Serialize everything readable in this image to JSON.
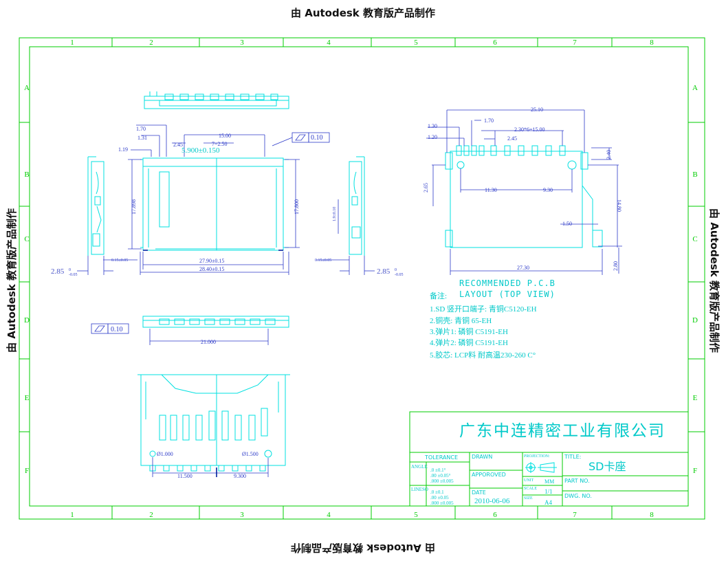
{
  "watermark": "由 Autodesk 教育版产品制作",
  "grid": {
    "columns": [
      "1",
      "2",
      "3",
      "4",
      "5",
      "6",
      "7",
      "8"
    ],
    "rows": [
      "A",
      "B",
      "C",
      "D",
      "E",
      "F"
    ]
  },
  "front_view": {
    "flatness": "0.10",
    "dims": {
      "d170": "1.70",
      "d131": "1.31",
      "d119": "1.19",
      "d245": "2.45",
      "d1500": "15.00",
      "d725": "7=2.50",
      "center": "5.900±0.150",
      "h17898": "17.898",
      "h17800": "17.800",
      "w2790": "27.90±0.15",
      "w2840": "28.40±0.15",
      "s015l": "0.15±0.05",
      "s015r": "0.15±0.05",
      "side_l": "2.85",
      "side_r": "2.85",
      "tol_up": "0",
      "tol_dn": "-0.05",
      "r_small": "1.9±0.10"
    }
  },
  "pcb": {
    "dims": {
      "w2510": "25.10",
      "d130": "1.30",
      "d170": "1.70",
      "d120": "1.20",
      "d230": "2.30*6=15.00",
      "d245": "2.45",
      "d240": "2.40",
      "d265": "2.65",
      "d1130": "11.30",
      "d930": "9.30",
      "h1480": "14.80",
      "d150": "1.50",
      "w2730": "27.30",
      "d280": "2.80"
    },
    "caption1": "RECOMMENDED P.C.B",
    "caption2": "LAYOUT (TOP VIEW)"
  },
  "notes": {
    "heading": "备注:",
    "items": [
      "1.SD 竖开口端子: 青铜C5120-EH",
      "2.铜壳: 青铜 65-EH",
      "3.弹片1: 磷铜 C5191-EH",
      "4.弹片2: 磷铜 C5191-EH",
      "5.胶芯: LCP料 耐高温230-260 C°"
    ]
  },
  "mid_view": {
    "flatness": "0.10",
    "width": "21.000"
  },
  "bottom_view": {
    "hole1": "Ø1.000",
    "hole2": "Ø1.500",
    "d1150": "11.500",
    "d930": "9.300"
  },
  "title_block": {
    "company": "广东中连精密工业有限公司",
    "tolerance": "TOLERANCE",
    "angle": "ANGLE",
    "angle_vals": [
      ".0    ±0.1°",
      ".00   ±0.05°",
      ".000  ±0.005"
    ],
    "lineso": "LINESO",
    "line_vals": [
      ".0    ±0.1",
      ".00   ±0.05",
      ".000  ±0.005"
    ],
    "drawn": "DRAWN",
    "approved": "APPOROVED",
    "date_label": "DATE",
    "date": "2010-06-06",
    "projection": "PROJECTION:",
    "unit_label": "UNIT",
    "unit": "MM",
    "scale_label": "SCALE",
    "scale": "1/1",
    "size_label": "SIZE",
    "size": "A4",
    "title_label": "TITLE:",
    "title": "SD卡座",
    "partno": "PART NO.",
    "dwgno": "DWG. NO."
  }
}
